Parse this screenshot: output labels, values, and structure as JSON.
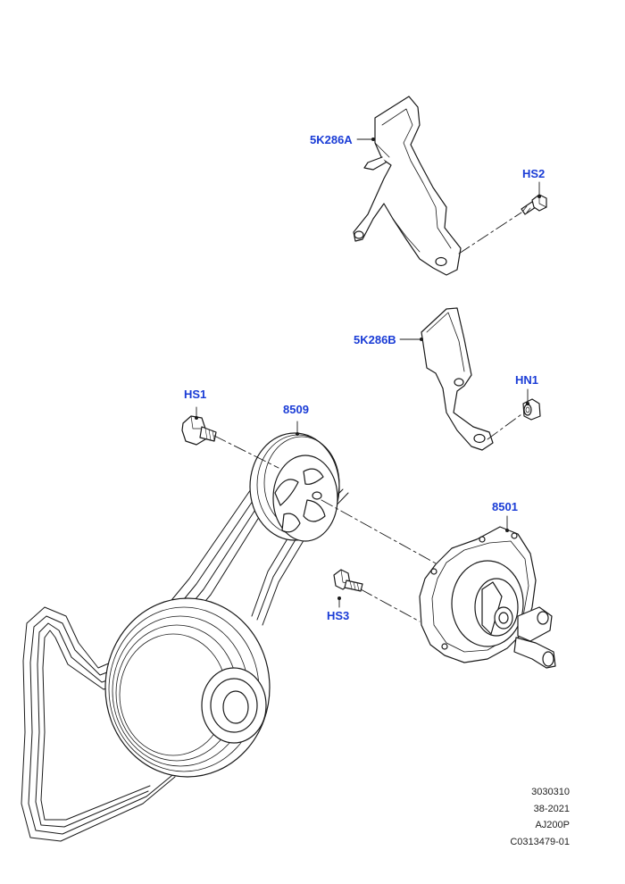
{
  "colors": {
    "callout": "#1a3cd6",
    "line": "#1a1a1a",
    "fill": "#ffffff"
  },
  "callouts": {
    "bracket_a": "5K286A",
    "bolt_hs2": "HS2",
    "bracket_b": "5K286B",
    "nut_hn1": "HN1",
    "bolt_hs1": "HS1",
    "pulley": "8509",
    "pump": "8501",
    "bolt_hs3": "HS3"
  },
  "footer": {
    "line1": "3030310",
    "line2": "38-2021",
    "line3": "AJ200P",
    "line4": "C0313479-01"
  }
}
